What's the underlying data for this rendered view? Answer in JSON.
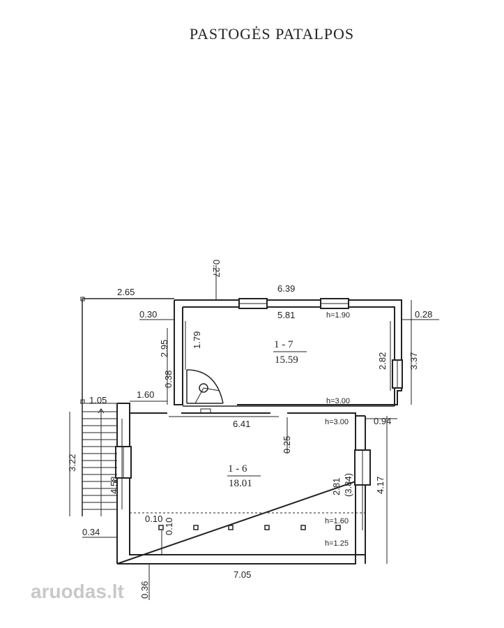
{
  "title": "PASTOGĖS PATALPOS",
  "watermark": {
    "brand": "aruodas",
    "domain": "lt"
  },
  "rooms": [
    {
      "id": "1 - 7",
      "area": "15.59"
    },
    {
      "id": "1 - 6",
      "area": "18.01"
    }
  ],
  "dimensions": {
    "d_265": "2.65",
    "d_030": "0.30",
    "d_295": "2.95",
    "d_038": "0.38",
    "d_160": "1.60",
    "d_105": "1.05",
    "d_322": "3.22",
    "d_458": "4.58",
    "d_034": "0.34",
    "d_027": "0.27",
    "d_639": "6.39",
    "d_581": "5.81",
    "d_179": "1.79",
    "d_282": "2.82",
    "d_337": "3.37",
    "d_028": "0.28",
    "d_641": "6.41",
    "d_025": "0.25",
    "d_094": "0.94",
    "d_281": "2.81",
    "d_384": "(3.84)",
    "d_417": "4.17",
    "d_010a": "0.10",
    "d_010b": "0.10",
    "d_705": "7.05",
    "d_036": "0.36"
  },
  "heights": {
    "h190": "h=1.90",
    "h300a": "h=3.00",
    "h300b": "h=3.00",
    "h160": "h=1.60",
    "h125": "h=1.25"
  },
  "colors": {
    "line": "#222222",
    "watermark": "#c8c8c8"
  }
}
